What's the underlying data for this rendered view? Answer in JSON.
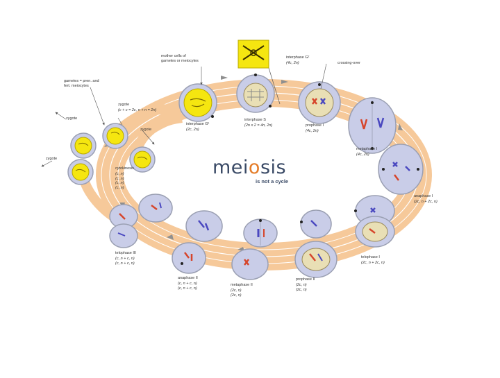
{
  "diagram": {
    "title_prefix": "mei",
    "title_highlight": "o",
    "title_suffix": "sis",
    "subtitle": "is not a cycle"
  },
  "labels": {
    "mother_cells": "mother cells of\ngametes or meiocytes",
    "interphase_g2": "interphase G²",
    "interphase_g2_values": "(4c, 2n)",
    "crossing_over": "crossing-over",
    "gametes": "gametes = pren. and\nfert. meiocytes",
    "zygote_top": "zygote",
    "zygote_top_values": "(c + c = 2c, n + n = 2n)",
    "zygote_left_upper": "zygote",
    "zygote_mid": "zygote",
    "zygote_left_lower": "zygote",
    "interphase_g1": "interphase G¹",
    "interphase_g1_values": "(2c, 2n)",
    "interphase_s": "interphase S",
    "interphase_s_values": "(2n x 2 = 4n, 2n)",
    "prophase_i": "prophase I",
    "prophase_i_values": "(4c, 2n)",
    "metaphase_i": "metaphase I",
    "metaphase_i_values": "(4c, 2n)",
    "cytokinesis": "cytokinesis",
    "cytokinesis_values": "(c, n)\n(c, n)\n(c, n)\n(c, n)",
    "anaphase_i": "anaphase I",
    "anaphase_i_values": "(2c, n + 2c, n)",
    "telophase_iii": "telophase III",
    "telophase_iii_values": "(c, n + c, n)\n(c, n + c, n)",
    "telophase_i": "telophase I",
    "telophase_i_values": "(2c, n + 2c, n)",
    "anaphase_ii": "anaphase II",
    "anaphase_ii_values": "(c, n + c, n)\n(c, n + c, n)",
    "metaphase_ii": "metaphase II",
    "metaphase_ii_values": "(2c, n)\n(2c, n)",
    "prophase_ii": "prophase II",
    "prophase_ii_values": "(2c, n)\n(2c, n)"
  },
  "colors": {
    "band": "#f6c99a",
    "band_line": "#ffffff",
    "arrow": "#8f8f8f",
    "cell_fill": "#c9cde8",
    "cell_edge": "#9a9fb2",
    "nucleus_fill": "#e9dfb5",
    "yellow_cell": "#f5e610",
    "chromosome_red": "#d6452b",
    "chromosome_blue": "#4a48c0",
    "title": "#3a4a66",
    "title_accent": "#e47c28"
  }
}
